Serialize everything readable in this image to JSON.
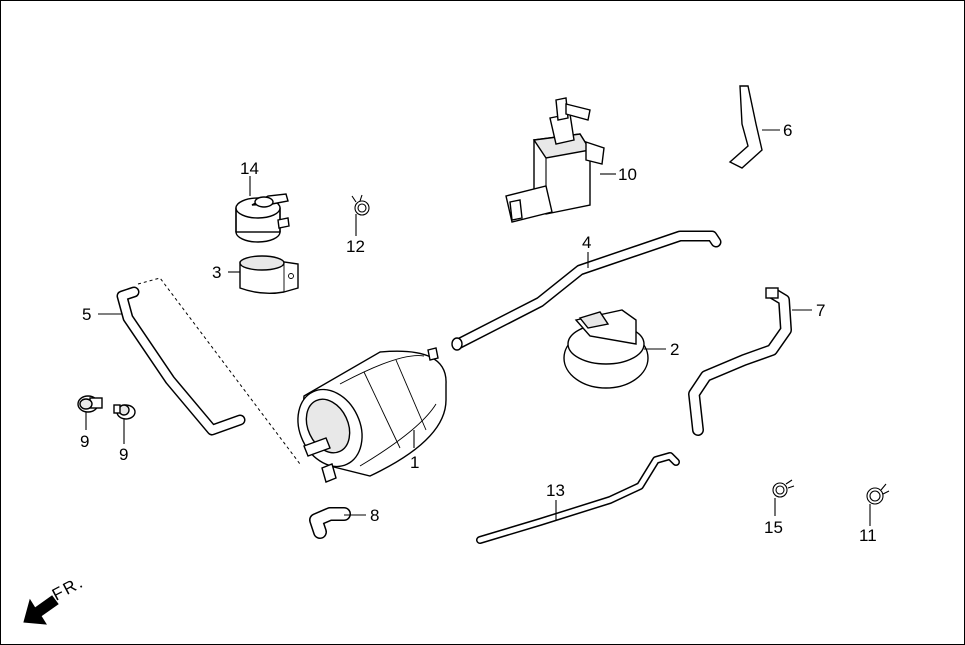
{
  "diagram": {
    "callouts": [
      {
        "id": "c1",
        "label": "1"
      },
      {
        "id": "c2",
        "label": "2"
      },
      {
        "id": "c3",
        "label": "3"
      },
      {
        "id": "c4",
        "label": "4"
      },
      {
        "id": "c5",
        "label": "5"
      },
      {
        "id": "c6",
        "label": "6"
      },
      {
        "id": "c7",
        "label": "7"
      },
      {
        "id": "c8",
        "label": "8"
      },
      {
        "id": "c9a",
        "label": "9"
      },
      {
        "id": "c9b",
        "label": "9"
      },
      {
        "id": "c10",
        "label": "10"
      },
      {
        "id": "c11",
        "label": "11"
      },
      {
        "id": "c12",
        "label": "12"
      },
      {
        "id": "c13",
        "label": "13"
      },
      {
        "id": "c14",
        "label": "14"
      },
      {
        "id": "c15",
        "label": "15"
      }
    ],
    "direction_label": "FR.",
    "colors": {
      "line": "#000000",
      "background": "#ffffff",
      "shade": "#e8e8e8"
    }
  }
}
